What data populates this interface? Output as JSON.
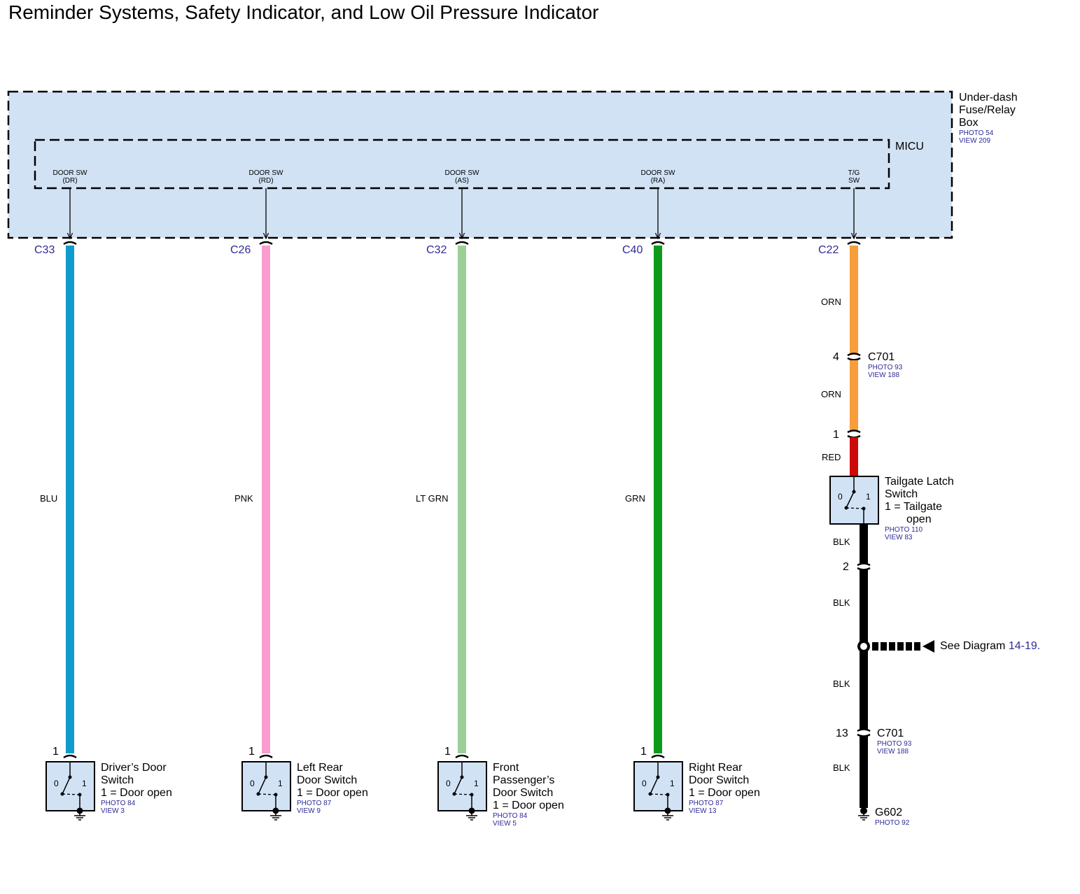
{
  "title": "Reminder Systems, Safety Indicator, and Low Oil Pressure Indicator",
  "colors": {
    "box_fill": "#d1e2f4",
    "ref_text": "#2d2a96",
    "wire_blu": "#0f9bcb",
    "wire_pnk": "#f99cce",
    "wire_lt_grn": "#9ccf98",
    "wire_grn": "#0d9b19",
    "wire_orn": "#f79e3a",
    "wire_red": "#cc0a0a",
    "wire_blk": "#000000"
  },
  "fuse_box": {
    "name_lines": [
      "Under-dash",
      "Fuse/Relay",
      "Box"
    ],
    "photo": "PHOTO 54",
    "view": "VIEW 209"
  },
  "micu": {
    "name": "MICU"
  },
  "terminals": [
    {
      "line1": "DOOR SW",
      "line2": "(DR)",
      "connector": "C33"
    },
    {
      "line1": "DOOR SW",
      "line2": "(RD)",
      "connector": "C26"
    },
    {
      "line1": "DOOR SW",
      "line2": "(AS)",
      "connector": "C32"
    },
    {
      "line1": "DOOR SW",
      "line2": "(RA)",
      "connector": "C40"
    },
    {
      "line1": "T/G",
      "line2": "SW",
      "connector": "C22"
    }
  ],
  "door_circuits": [
    {
      "wire": "BLU",
      "pin": "1",
      "switch_lines": [
        "Driver’s Door",
        "Switch",
        "1 = Door open"
      ],
      "photo": "PHOTO 84",
      "view": "VIEW 3",
      "pos0": "0",
      "pos1": "1"
    },
    {
      "wire": "PNK",
      "pin": "1",
      "switch_lines": [
        "Left Rear",
        "Door Switch",
        "1 = Door open"
      ],
      "photo": "PHOTO 87",
      "view": "VIEW 9",
      "pos0": "0",
      "pos1": "1"
    },
    {
      "wire": "LT GRN",
      "pin": "1",
      "switch_lines": [
        "Front",
        "Passenger’s",
        "Door Switch",
        "1 = Door open"
      ],
      "photo": "PHOTO 84",
      "view": "VIEW 5",
      "pos0": "0",
      "pos1": "1"
    },
    {
      "wire": "GRN",
      "pin": "1",
      "switch_lines": [
        "Right Rear",
        "Door Switch",
        "1 = Door open"
      ],
      "photo": "PHOTO 87",
      "view": "VIEW 13",
      "pos0": "0",
      "pos1": "1"
    }
  ],
  "tailgate": {
    "wire_upper": "ORN",
    "c701_pin_a": "4",
    "c701_name": "C701",
    "c701_photo": "PHOTO 93",
    "c701_view": "VIEW 188",
    "wire_mid": "ORN",
    "switch_pin_in": "1",
    "wire_red": "RED",
    "switch_lines": [
      "Tailgate Latch",
      "Switch",
      "1 = Tailgate",
      "open"
    ],
    "pos0": "0",
    "pos1": "1",
    "switch_photo": "PHOTO 110",
    "switch_view": "VIEW 83",
    "wire_blk1": "BLK",
    "switch_pin_out": "2",
    "wire_blk2": "BLK",
    "see_diagram_prefix": "See Diagram ",
    "see_diagram_ref": "14-19",
    "see_diagram_suffix": ".",
    "wire_blk3": "BLK",
    "c701b_pin": "13",
    "c701b_name": "C701",
    "c701b_photo": "PHOTO 93",
    "c701b_view": "VIEW 188",
    "wire_blk4": "BLK",
    "ground_name": "G602",
    "ground_photo": "PHOTO 92"
  }
}
